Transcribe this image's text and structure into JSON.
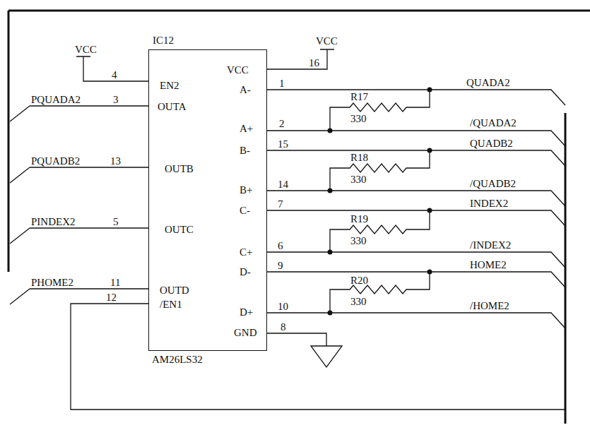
{
  "diagram": {
    "nodes": [
      {
        "text": [
          "IC12",
          "EN2",
          "OUTA",
          "OUTB",
          "OUTC",
          "OUTD",
          "/EN1",
          "VCC",
          "A-",
          "A+",
          "B-",
          "B+",
          "C-",
          "C+",
          "D-",
          "D+",
          "GND",
          "AM26LS32"
        ]
      }
    ],
    "edges": [],
    "labels": [
      "VCC",
      "4",
      "PQUADA2",
      "3",
      "PQUADB2",
      "13",
      "PINDEX2",
      "5",
      "PHOME2",
      "11",
      "12",
      "VCC",
      "16",
      "1",
      "R17",
      "330",
      "2",
      "15",
      "R18",
      "330",
      "14",
      "7",
      "R19",
      "330",
      "6",
      "9",
      "R20",
      "330",
      "10",
      "8",
      "QUADA2",
      "/QUADA2",
      "QUADB2",
      "/QUADB2",
      "INDEX2",
      "/INDEX2",
      "HOME2",
      "/HOME2"
    ]
  }
}
